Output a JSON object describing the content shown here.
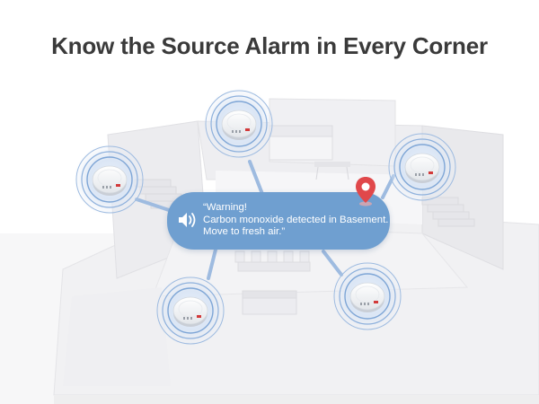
{
  "headline": "Know the Source Alarm in Every Corner",
  "alert": {
    "line1": "“Warning!",
    "line2": "Carbon monoxide detected in Basement.",
    "line3": "Move to fresh air.”"
  },
  "icons": {
    "speaker": "speaker-icon",
    "pin": "location-pin-icon",
    "detector": "co-detector-icon"
  },
  "colors": {
    "alert_bubble": "#6f9fd0",
    "ring": "#8db0dc",
    "pin": "#e0484b",
    "detector_badge": "#d23a3a",
    "headline": "#3a3a3a"
  }
}
